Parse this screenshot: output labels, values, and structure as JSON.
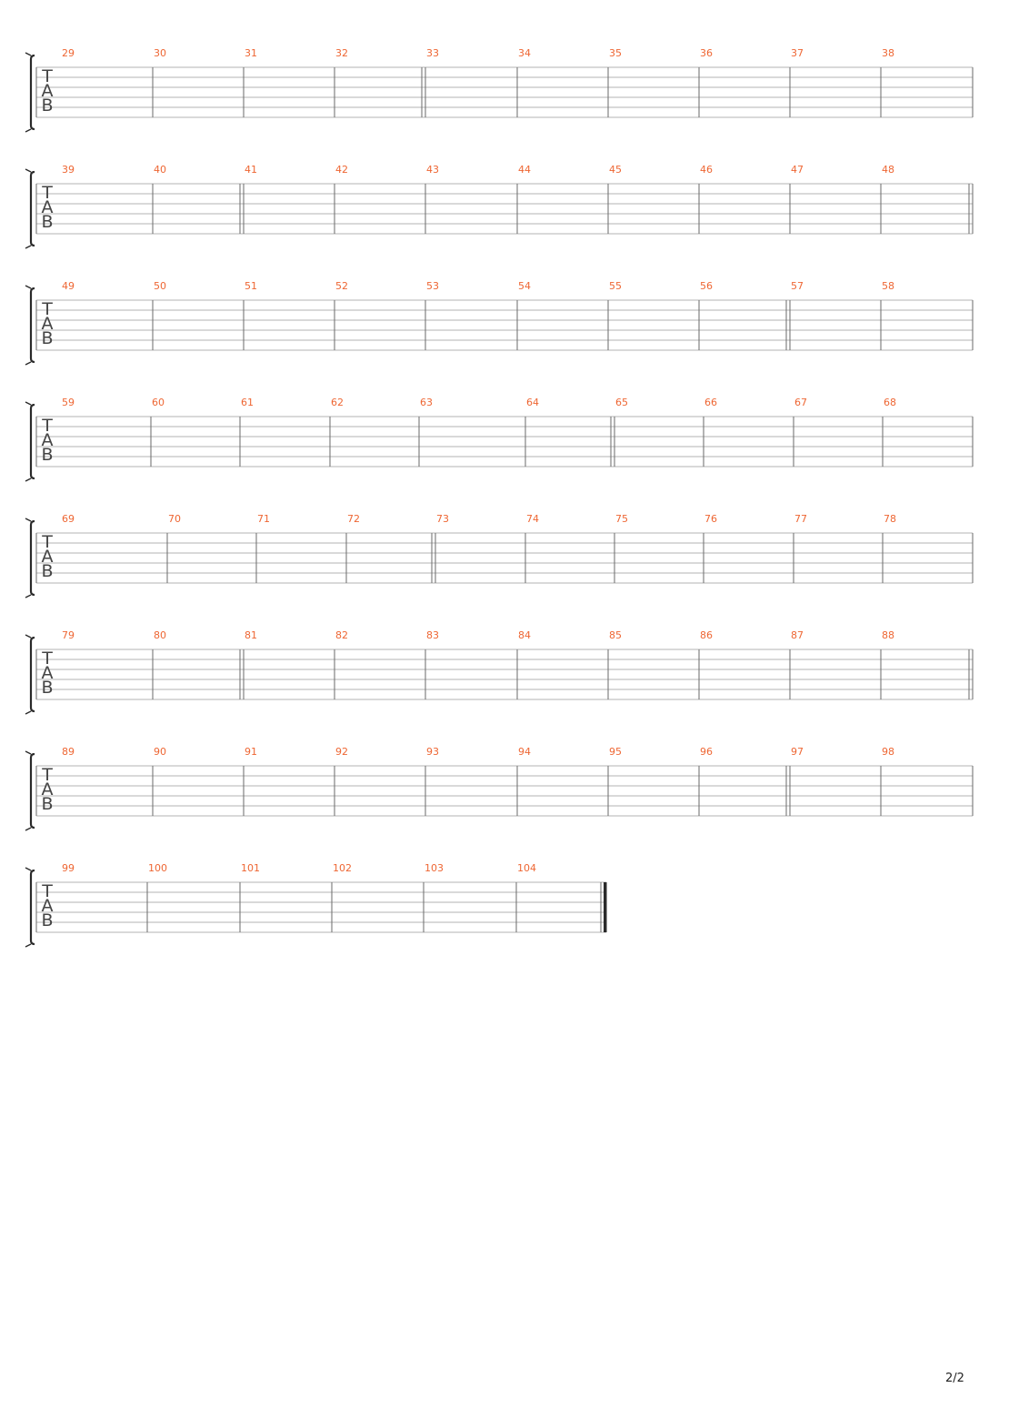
{
  "colors": {
    "measure_number": "#ee6633",
    "staff_line": "#9a9a9a",
    "barline": "#6a6a6a",
    "bracket": "#2a2a2a",
    "clef": "#444444"
  },
  "clef_letters": [
    "T",
    "A",
    "B"
  ],
  "systems": [
    {
      "measures": [
        "29",
        "30",
        "31",
        "32",
        "33",
        "34",
        "35",
        "36",
        "37",
        "38"
      ],
      "double_bar_before": [
        "33"
      ],
      "double_bar_end": false,
      "final_bar": false
    },
    {
      "measures": [
        "39",
        "40",
        "41",
        "42",
        "43",
        "44",
        "45",
        "46",
        "47",
        "48"
      ],
      "double_bar_before": [
        "41"
      ],
      "double_bar_end": true,
      "final_bar": false
    },
    {
      "measures": [
        "49",
        "50",
        "51",
        "52",
        "53",
        "54",
        "55",
        "56",
        "57",
        "58"
      ],
      "double_bar_before": [
        "57"
      ],
      "double_bar_end": false,
      "final_bar": false
    },
    {
      "measures": [
        "59",
        "60",
        "61",
        "62",
        "63",
        "64",
        "65",
        "66",
        "67",
        "68"
      ],
      "double_bar_before": [
        "65"
      ],
      "double_bar_end": false,
      "final_bar": false
    },
    {
      "measures": [
        "69",
        "70",
        "71",
        "72",
        "73",
        "74",
        "75",
        "76",
        "77",
        "78"
      ],
      "double_bar_before": [
        "73"
      ],
      "double_bar_end": false,
      "final_bar": false
    },
    {
      "measures": [
        "79",
        "80",
        "81",
        "82",
        "83",
        "84",
        "85",
        "86",
        "87",
        "88"
      ],
      "double_bar_before": [
        "81"
      ],
      "double_bar_end": true,
      "final_bar": false
    },
    {
      "measures": [
        "89",
        "90",
        "91",
        "92",
        "93",
        "94",
        "95",
        "96",
        "97",
        "98"
      ],
      "double_bar_before": [
        "97"
      ],
      "double_bar_end": false,
      "final_bar": false
    },
    {
      "measures": [
        "99",
        "100",
        "101",
        "102",
        "103",
        "104"
      ],
      "double_bar_before": [],
      "double_bar_end": false,
      "final_bar": true
    }
  ],
  "page_number": "2/2"
}
